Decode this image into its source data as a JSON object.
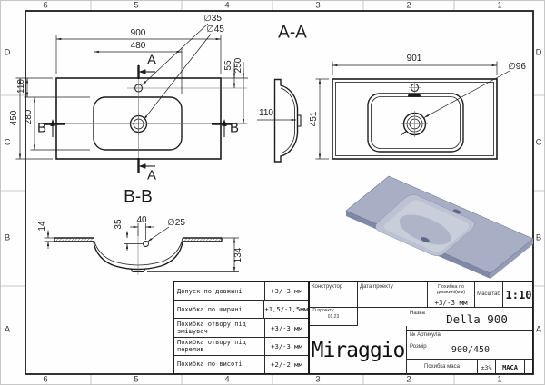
{
  "sheet": {
    "bg": "#fefefe",
    "line_color": "#1c1c1c",
    "render_color": "#a8aec4"
  },
  "grid_refs": {
    "columns": [
      "6",
      "5",
      "4",
      "3",
      "2",
      "1"
    ],
    "rows": [
      "D",
      "C",
      "B",
      "A"
    ]
  },
  "plan_view": {
    "dim_width_outer": "900",
    "dim_width_basin": "480",
    "dim_height_outer": "450",
    "dim_basin_height": "280",
    "dim_top_to_basin": "110",
    "dim_top_to_faucet": "55",
    "dim_top_to_drain": "250",
    "dia_faucet": "∅35",
    "dia_drain": "∅45",
    "section_a": "A",
    "section_b": "B"
  },
  "section_aa": {
    "label": "A-A",
    "dim_width": "901",
    "dim_height": "451",
    "dia_overflow": "∅96",
    "dim_depth": "110"
  },
  "section_bb": {
    "label": "B-B",
    "dim_rim": "14",
    "dim_overflow_depth": "35",
    "dim_overflow_offset": "40",
    "dia_overflow_hole": "∅25",
    "dim_total_depth": "134"
  },
  "tolerance_table": {
    "rows": [
      {
        "label": "Допуск по довжині",
        "value": "+3/-3 мм"
      },
      {
        "label": "Похибка по ширині",
        "value": "+1,5/-1,5мм"
      },
      {
        "label": "Похибка отвору під змішувач",
        "value": "+3/-3 мм"
      },
      {
        "label": "Похибка отвору під перелив",
        "value": "+3/-3 мм"
      },
      {
        "label": "Похибка по висоті",
        "value": "+2/-2 мм"
      }
    ]
  },
  "title_block": {
    "constructor_label": "Конструктор",
    "project_date_label": "Дата проекту",
    "length_tolerance_label": "Похибка по довжині(мм)",
    "length_tolerance_value": "+3/-3 мм",
    "scale_label": "Масштаб",
    "scale_value": "1:10",
    "project_id_label": "ID проекту",
    "project_id_value": "01.23",
    "logo": "Miraggio",
    "name_label": "Назва",
    "name_value": "Della 900",
    "article_label": "№ Артикула",
    "size_label": "Розмір",
    "size_value": "900/450",
    "mass_tolerance_label": "Похибка маса",
    "mass_tolerance_value": "±3%",
    "mass_label": "МАСА"
  }
}
